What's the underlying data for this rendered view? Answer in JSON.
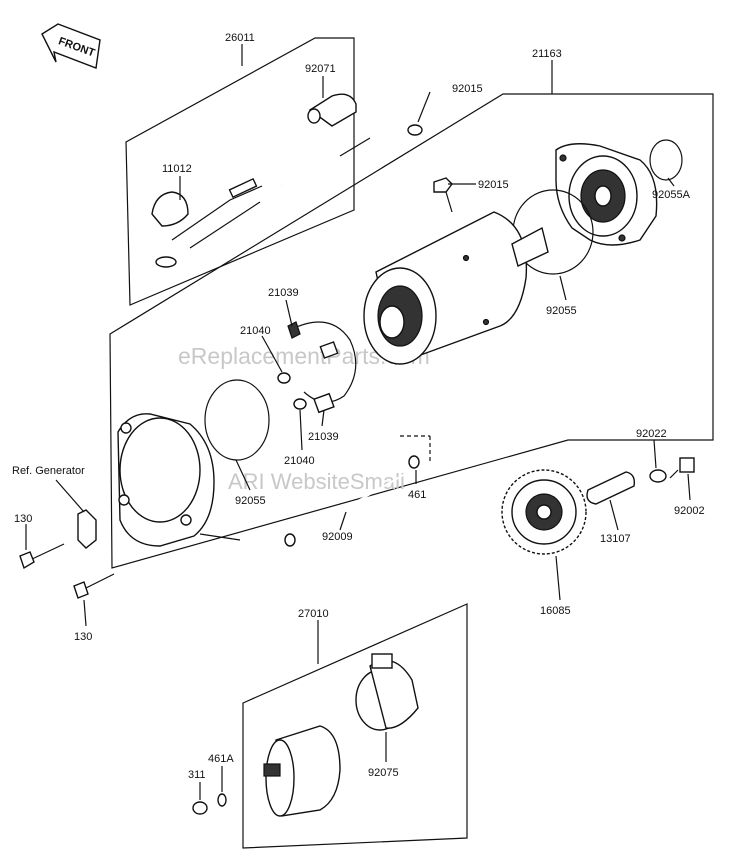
{
  "front_label": "FRONT",
  "watermarks": [
    "eReplacementParts.com",
    "ARI WebsiteSmall"
  ],
  "labels": {
    "p26011": "26011",
    "p92071": "92071",
    "p11012": "11012",
    "p21163": "21163",
    "p92015a": "92015",
    "p92015b": "92015",
    "p92055A": "92055A",
    "p92055b": "92055",
    "p21039a": "21039",
    "p21040a": "21040",
    "p21039b": "21039",
    "p21040b": "21040",
    "p92055a": "92055",
    "pRefGen": "Ref. Generator",
    "p130a": "130",
    "p130b": "130",
    "p92009": "92009",
    "p461": "461",
    "p92022": "92022",
    "p92002": "92002",
    "p13107": "13107",
    "p16085": "16085",
    "p27010": "27010",
    "p461A": "461A",
    "p311": "311",
    "p92075": "92075"
  }
}
